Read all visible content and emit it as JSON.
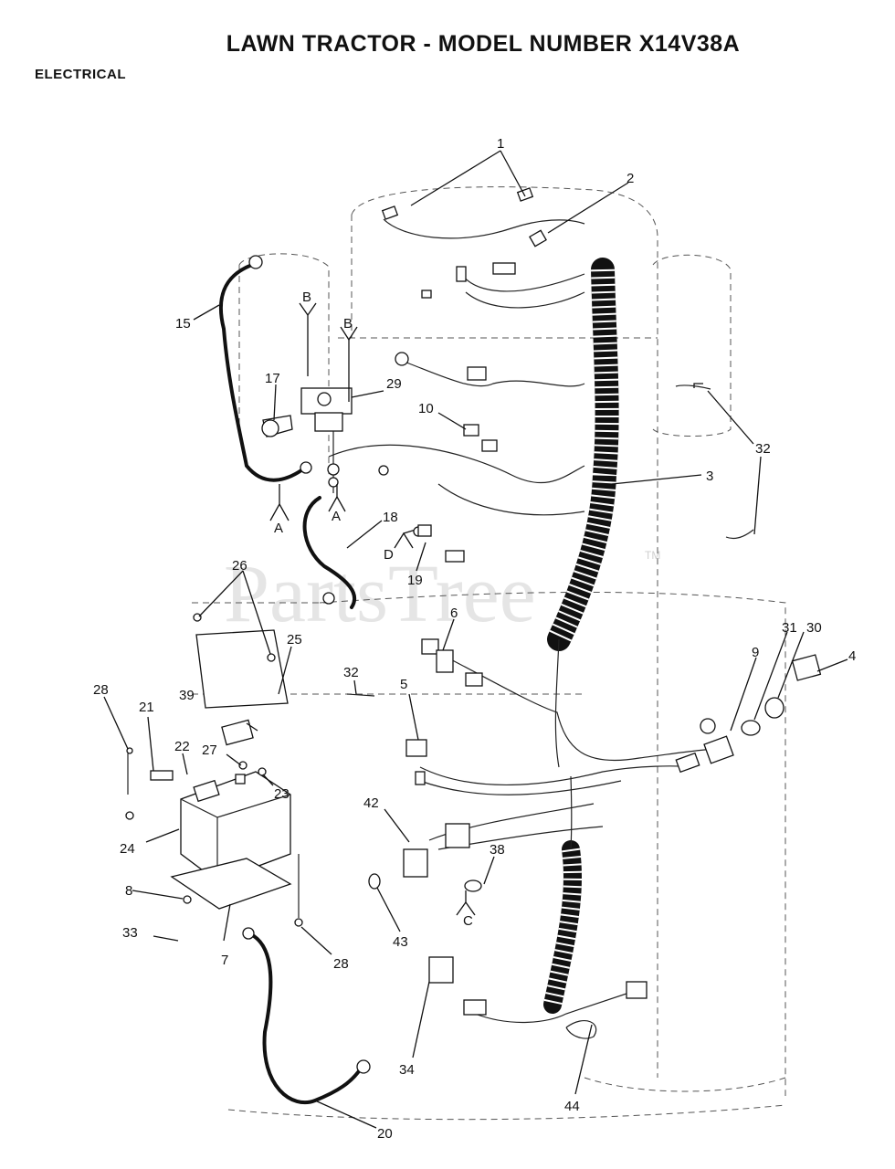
{
  "header": {
    "title": "LAWN TRACTOR - MODEL NUMBER X14V38A",
    "section": "ELECTRICAL"
  },
  "watermark": {
    "text": "PartsTree",
    "tm": "TM"
  },
  "callouts": {
    "c1": "1",
    "c2": "2",
    "c3": "3",
    "c4": "4",
    "c5": "5",
    "c6": "6",
    "c7": "7",
    "c8": "8",
    "c9": "9",
    "c10": "10",
    "c15": "15",
    "c17": "17",
    "c18": "18",
    "c19": "19",
    "c20": "20",
    "c21": "21",
    "c22": "22",
    "c23": "23",
    "c24": "24",
    "c25": "25",
    "c26": "26",
    "c27": "27",
    "c28a": "28",
    "c28b": "28",
    "c29": "29",
    "c30": "30",
    "c31": "31",
    "c32a": "32",
    "c32b": "32",
    "c33": "33",
    "c34": "34",
    "c38": "38",
    "c39": "39",
    "c42": "42",
    "c43": "43",
    "c44": "44"
  },
  "reference_letters": {
    "a1": "A",
    "a2": "A",
    "b1": "B",
    "b2": "B",
    "c": "C",
    "d": "D"
  }
}
